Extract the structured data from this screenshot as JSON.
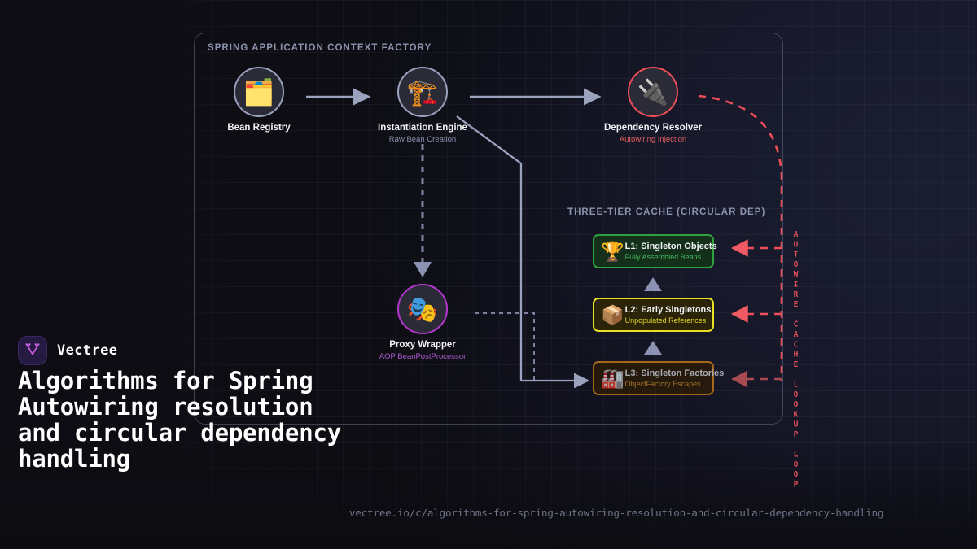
{
  "brand": {
    "name": "Vectree",
    "logo_icon": "vectree-v-tree-logo"
  },
  "headline": "Algorithms for Spring Autowiring resolution and circular dependency handling",
  "url": "vectree.io/c/algorithms-for-spring-autowiring-resolution-and-circular-dependency-handling",
  "diagram": {
    "context_panel": {
      "title": "SPRING APPLICATION CONTEXT FACTORY"
    },
    "cache_panel": {
      "title": "THREE-TIER CACHE (CIRCULAR DEP)"
    },
    "loop_label": "AUTOWIRE CACHE LOOKUP LOOP",
    "nodes": [
      {
        "id": "bean-registry",
        "label": "Bean Registry",
        "sub": "",
        "icon": "file-folder-icon",
        "glyph": "🗂️",
        "ring_color": "#9aa2bd"
      },
      {
        "id": "instantiation-engine",
        "label": "Instantiation Engine",
        "sub": "Raw Bean Creation",
        "icon": "construction-crane-icon",
        "glyph": "🏗️",
        "ring_color": "#9aa2bd"
      },
      {
        "id": "dependency-resolver",
        "label": "Dependency Resolver",
        "sub": "Autowiring Injection",
        "icon": "electric-plug-icon",
        "glyph": "🔌",
        "ring_color": "#ef4d58"
      },
      {
        "id": "proxy-wrapper",
        "label": "Proxy Wrapper",
        "sub": "AOP BeanPostProcessor",
        "icon": "performing-arts-masks-icon",
        "glyph": "🎭",
        "ring_color": "#b536cf"
      }
    ],
    "tiers": [
      {
        "id": "l1",
        "name": "L1: Singleton Objects",
        "sub": "Fully Assembled Beans",
        "icon": "trophy-icon",
        "glyph": "🏆",
        "border_color": "#2fa23e",
        "fill_color": "#14301b"
      },
      {
        "id": "l2",
        "name": "L2: Early Singletons",
        "sub": "Unpopulated References",
        "icon": "package-box-icon",
        "glyph": "📦",
        "border_color": "#e8e024",
        "fill_color": "#2b2408"
      },
      {
        "id": "l3",
        "name": "L3: Singleton Factories",
        "sub": "ObjectFactory Escapes",
        "icon": "factory-icon",
        "glyph": "🏭",
        "border_color": "#c97f17",
        "fill_color": "#2a1b07"
      }
    ],
    "colors": {
      "wire": "#9aa2bd",
      "loop": "#ef4d58",
      "panel_border": "rgba(170,178,210,0.30)",
      "background": "#0d0d13",
      "accent_purple": "#b536cf"
    }
  }
}
